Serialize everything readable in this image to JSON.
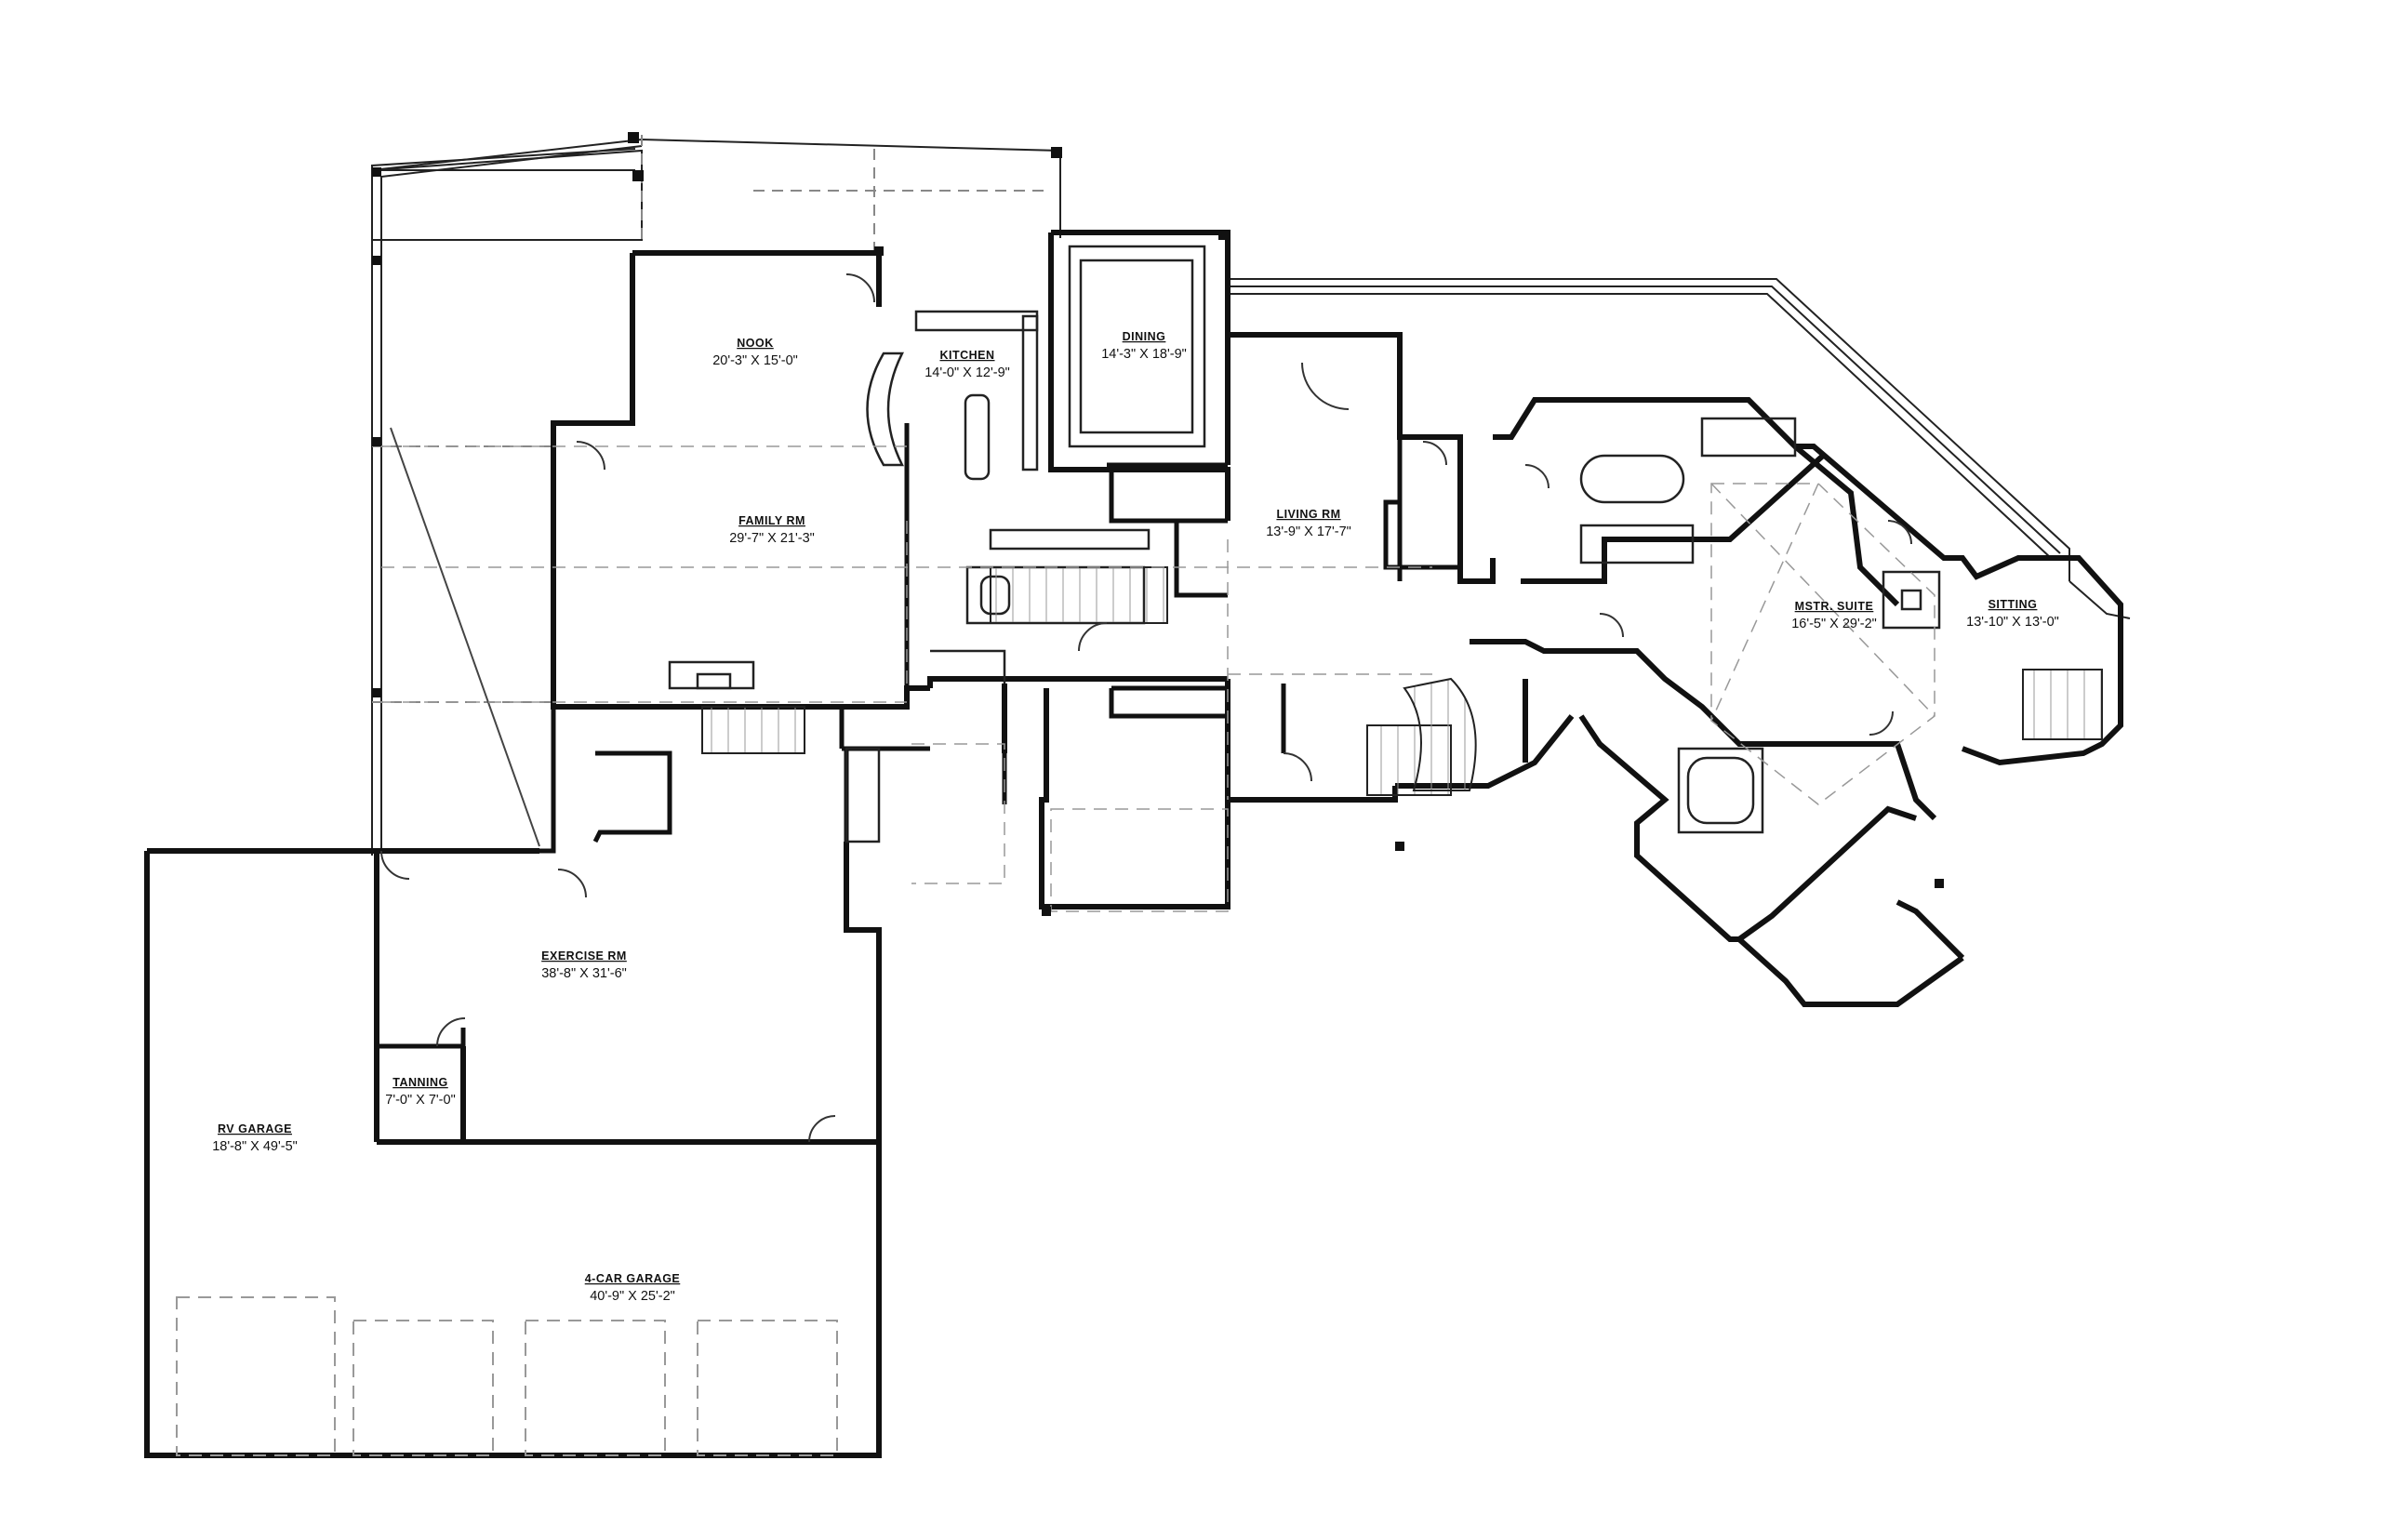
{
  "rooms": {
    "nook": {
      "name": "NOOK",
      "dims": "20'-3\" X 15'-0\""
    },
    "kitchen": {
      "name": "KITCHEN",
      "dims": "14'-0\" X 12'-9\""
    },
    "dining": {
      "name": "DINING",
      "dims": "14'-3\" X 18'-9\""
    },
    "family": {
      "name": "FAMILY RM",
      "dims": "29'-7\" X 21'-3\""
    },
    "living": {
      "name": "LIVING RM",
      "dims": "13'-9\" X 17'-7\""
    },
    "master": {
      "name": "MSTR. SUITE",
      "dims": "16'-5\" X 29'-2\""
    },
    "sitting": {
      "name": "SITTING",
      "dims": "13'-10\" X 13'-0\""
    },
    "exercise": {
      "name": "EXERCISE RM",
      "dims": "38'-8\" X 31'-6\""
    },
    "tanning": {
      "name": "TANNING",
      "dims": "7'-0\" X 7'-0\""
    },
    "rv_garage": {
      "name": "RV GARAGE",
      "dims": "18'-8\" X 49'-5\""
    },
    "four_car": {
      "name": "4-CAR GARAGE",
      "dims": "40'-9\" X 25'-2\""
    }
  }
}
